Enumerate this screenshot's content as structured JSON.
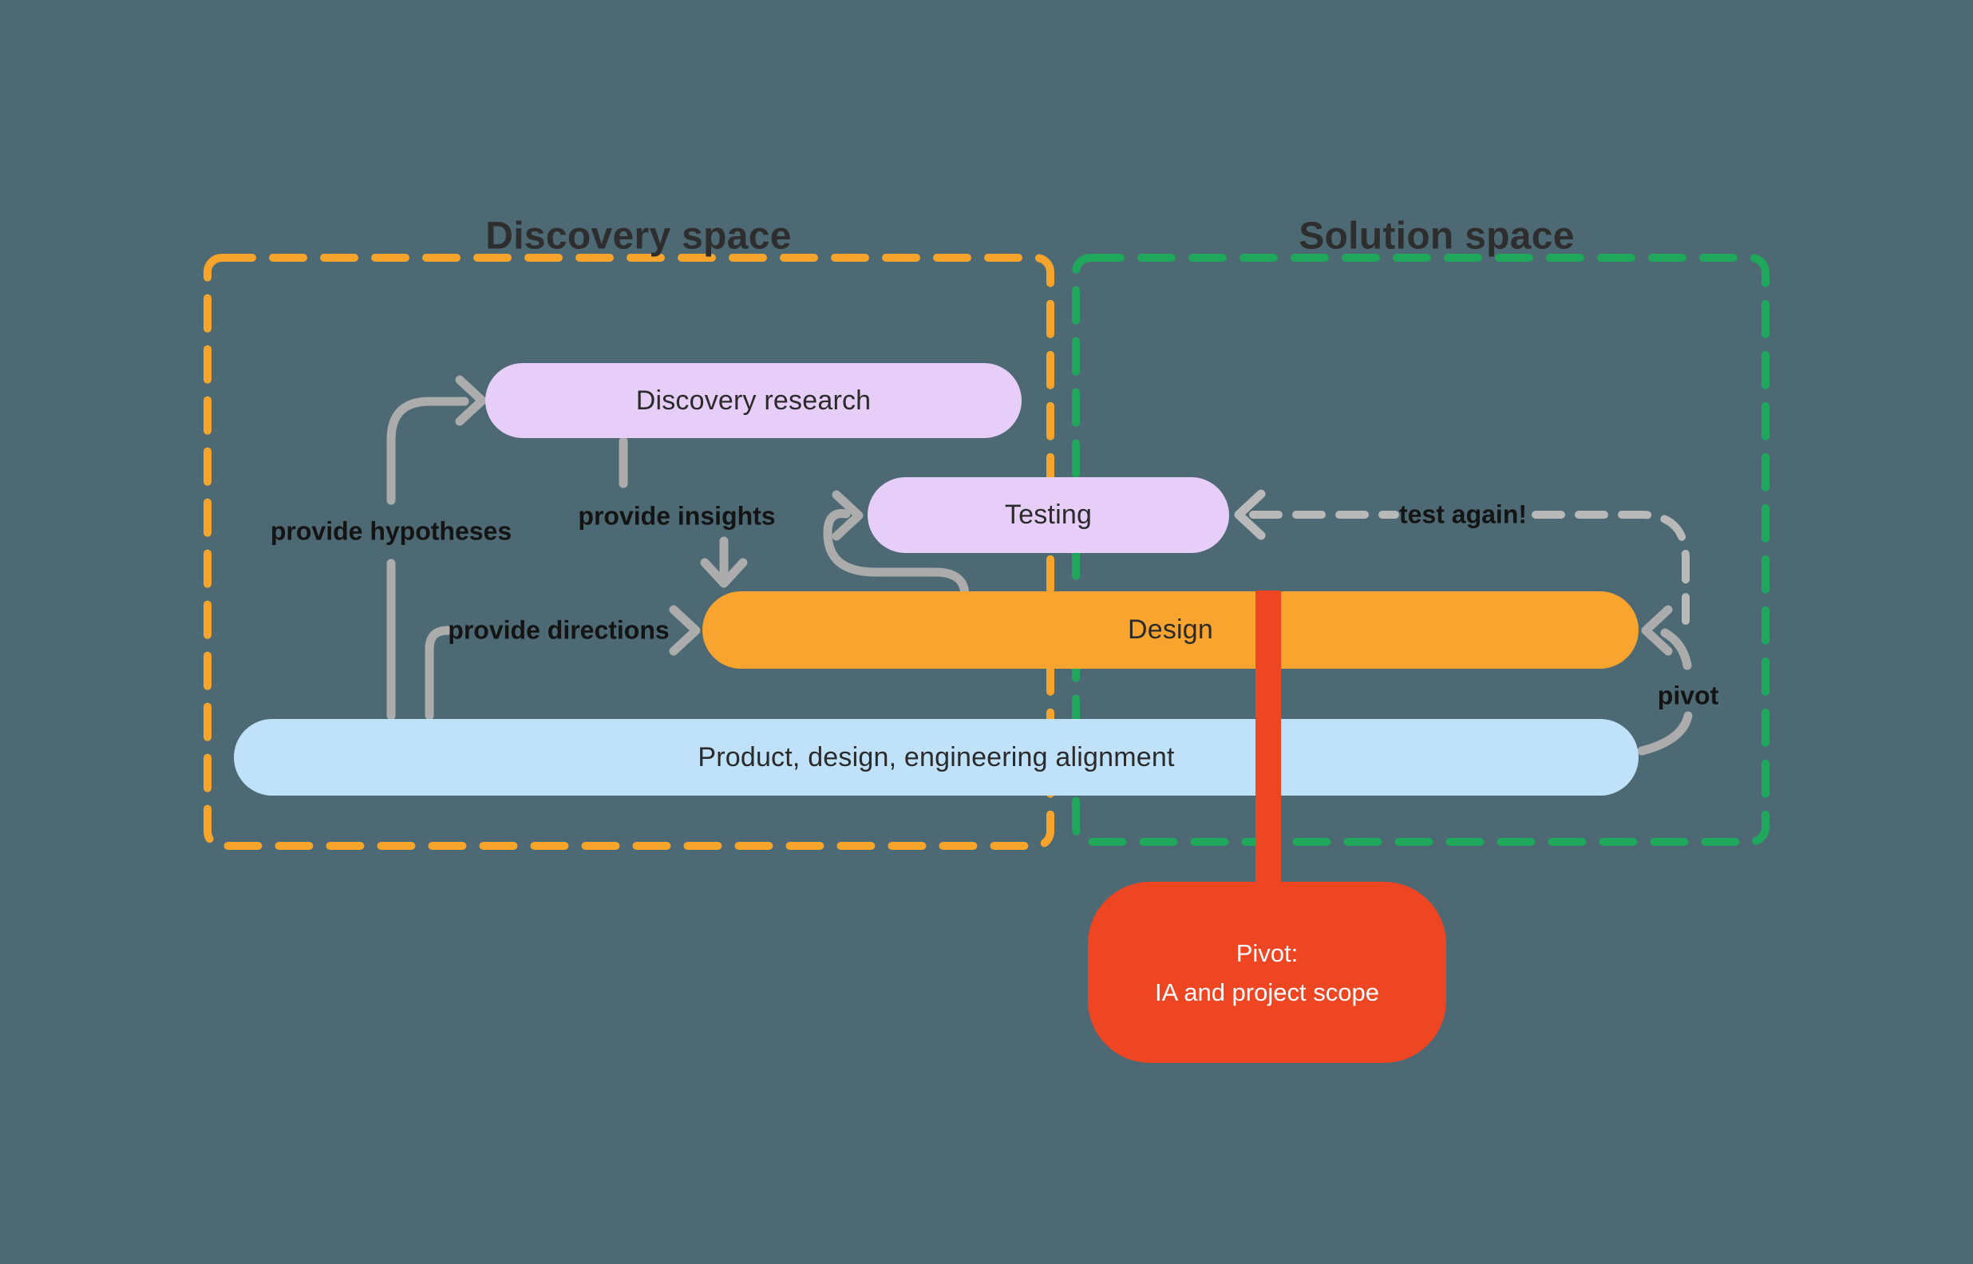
{
  "colors": {
    "background": "#4D6A74",
    "orange": "#F7A42D",
    "green": "#1FA75C",
    "lavender": "#E6CEF8",
    "node-orange": "#F9A42F",
    "blue": "#BFE1FA",
    "red": "#EE4523",
    "gray": "#ACACAC",
    "gray-dashed": "#B9B9B9",
    "ink": "#2B2B2B",
    "title-ink": "#2E2E2E",
    "label-ink": "#141414",
    "white": "#FFFFFF"
  },
  "regions": {
    "discovery": {
      "title": "Discovery space"
    },
    "solution": {
      "title": "Solution space"
    }
  },
  "nodes": {
    "discovery_research": {
      "label": "Discovery research"
    },
    "testing": {
      "label": "Testing"
    },
    "design": {
      "label": "Design"
    },
    "alignment": {
      "label": "Product, design, engineering alignment"
    },
    "pivot_box": {
      "line1": "Pivot:",
      "line2": "IA and project scope"
    }
  },
  "edges": {
    "provide_hypotheses": {
      "label": "provide hypotheses"
    },
    "provide_insights": {
      "label": "provide insights"
    },
    "provide_directions": {
      "label": "provide directions"
    },
    "test_again": {
      "label": "test again!"
    },
    "pivot": {
      "label": "pivot"
    }
  }
}
